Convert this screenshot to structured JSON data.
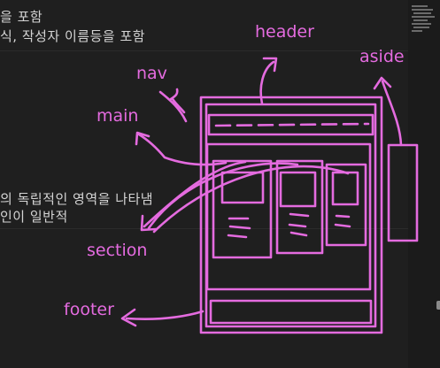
{
  "editor": {
    "lines": [
      "을 포함",
      "식, 작성자 이름등을 포함",
      "의 독립적인 영역을 나타냄",
      "인이 일반적"
    ]
  },
  "diagram": {
    "labels": {
      "header": "header",
      "aside": "aside",
      "nav": "nav",
      "main": "main",
      "section": "section",
      "footer": "footer"
    },
    "stroke_color": "#e46bdf"
  }
}
